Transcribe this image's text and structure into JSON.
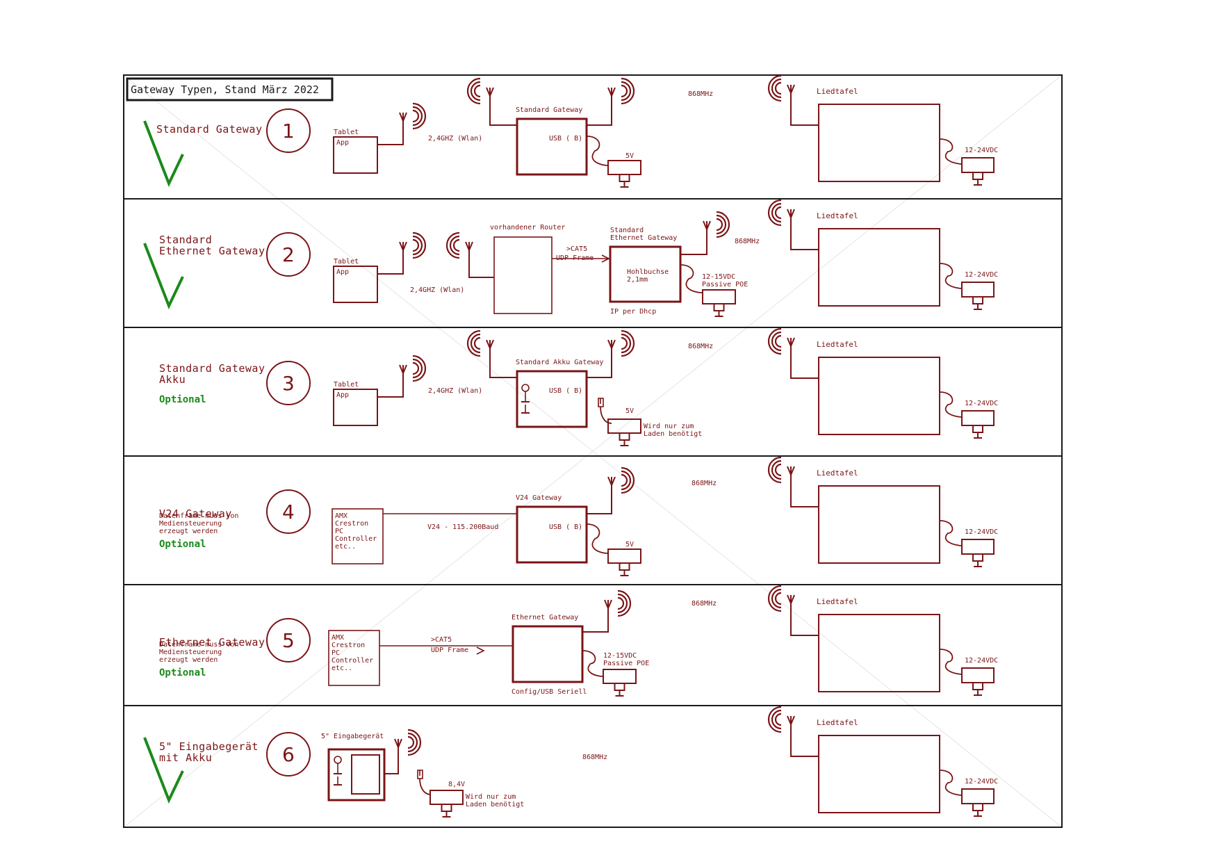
{
  "header": {
    "title": "Gateway Typen, Stand März 2022"
  },
  "colors": {
    "ink": "#7a1416",
    "optional": "#1a8a1a",
    "check": "#1a8a1a",
    "frame": "#1a1a1a"
  },
  "rows": [
    {
      "number": "1",
      "title_lines": [
        "Standard Gateway"
      ],
      "check": true,
      "tablet": "Tablet",
      "app": "App",
      "wifi": "2,4GHZ (Wlan)",
      "gw_name": "Standard Gateway",
      "usb": "USB ( B)",
      "power": "5V",
      "freq": "868MHz",
      "liedtafel": "Liedtafel",
      "supply": "12-24VDC"
    },
    {
      "number": "2",
      "title_lines": [
        "Standard",
        "Ethernet Gateway"
      ],
      "check": true,
      "tablet": "Tablet",
      "app": "App",
      "wifi": "2,4GHZ (Wlan)",
      "router": "vorhandener Router",
      "cat": ">CAT5",
      "udp": "UDP Frame",
      "gw_name_lines": [
        "Standard",
        "Ethernet Gateway"
      ],
      "hohl_lines": [
        "Hohlbuchse",
        "2,1mm"
      ],
      "ip": "IP per Dhcp",
      "poe_lines": [
        "12-15VDC",
        "Passive POE"
      ],
      "freq": "868MHz",
      "liedtafel": "Liedtafel",
      "supply": "12-24VDC"
    },
    {
      "number": "3",
      "title_lines": [
        "Standard Gateway",
        "Akku"
      ],
      "optional": "Optional",
      "tablet": "Tablet",
      "app": "App",
      "wifi": "2,4GHZ (Wlan)",
      "gw_name": "Standard Akku Gateway",
      "usb": "USB ( B)",
      "power": "5V",
      "note_lines": [
        "Wird nur zum",
        "Laden benötigt"
      ],
      "freq": "868MHz",
      "liedtafel": "Liedtafel",
      "supply": "12-24VDC"
    },
    {
      "number": "4",
      "title_lines": [
        "V24 Gateway"
      ],
      "desc_lines": [
        "Datenframe muss von",
        "Mediensteuerung",
        "erzeugt werden"
      ],
      "optional": "Optional",
      "ctrl_lines": [
        "AMX",
        "Crestron",
        "PC",
        "Controller",
        "etc.."
      ],
      "link": "V24 - 115.200Baud",
      "gw_name": "V24 Gateway",
      "usb": "USB ( B)",
      "power": "5V",
      "freq": "868MHz",
      "liedtafel": "Liedtafel",
      "supply": "12-24VDC"
    },
    {
      "number": "5",
      "title_lines": [
        "Ethernet Gateway"
      ],
      "desc_lines": [
        "Datenframe muss von",
        "Mediensteuerung",
        "erzeugt werden"
      ],
      "optional": "Optional",
      "ctrl_lines": [
        "AMX",
        "Crestron",
        "PC",
        "Controller",
        "etc.."
      ],
      "cat": ">CAT5",
      "udp": "UDP Frame",
      "gw_name": "Ethernet Gateway",
      "poe_lines": [
        "12-15VDC",
        "Passive POE"
      ],
      "config": "Config/USB Seriell",
      "freq": "868MHz",
      "liedtafel": "Liedtafel",
      "supply": "12-24VDC"
    },
    {
      "number": "6",
      "title_lines": [
        "5\" Eingabegerät",
        "mit Akku"
      ],
      "check": true,
      "device": "5\" Eingabegerät",
      "power": "8,4V",
      "note_lines": [
        "Wird nur zum",
        "Laden benötigt"
      ],
      "freq": "868MHz",
      "liedtafel": "Liedtafel",
      "supply": "12-24VDC"
    }
  ]
}
